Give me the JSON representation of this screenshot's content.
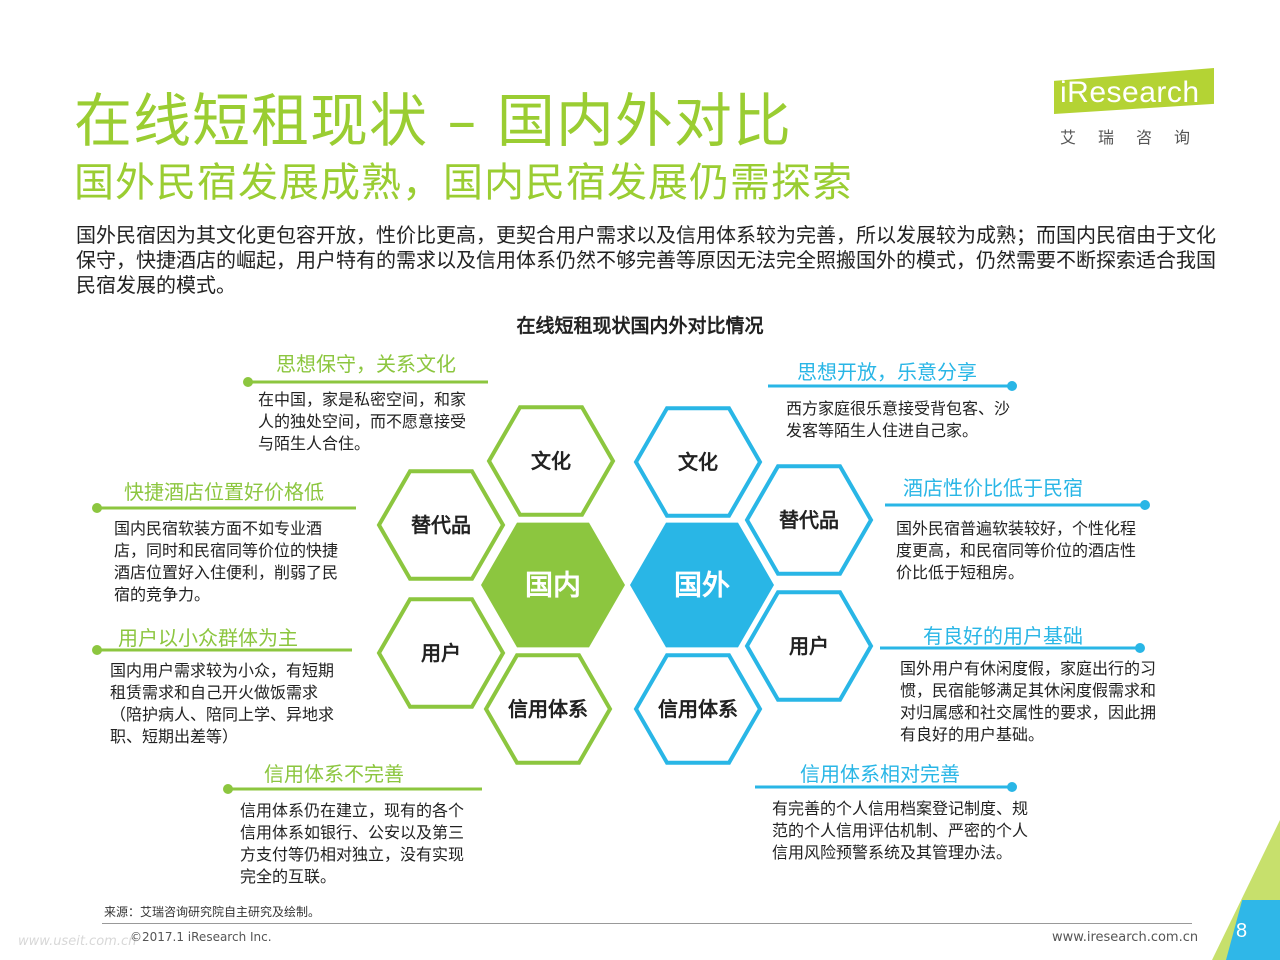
{
  "header": {
    "title": "在线短租现状 – 国内外对比",
    "subtitle": "国外民宿发展成熟，国内民宿发展仍需探索",
    "intro": "国外民宿因为其文化更包容开放，性价比更高，更契合用户需求以及信用体系较为完善，所以发展较为成熟；而国内民宿由于文化保守，快捷酒店的崛起，用户特有的需求以及信用体系仍然不够完善等原因无法完全照搬国外的模式，仍然需要不断探索适合我国民宿发展的模式。"
  },
  "logo": {
    "text": "iResearch",
    "sub": "艾瑞咨询"
  },
  "chart_title": "在线短租现状国内外对比情况",
  "colors": {
    "green": "#8cc63f",
    "cyan": "#29b6e6"
  },
  "domestic": {
    "center": "国内",
    "hexes": [
      "文化",
      "替代品",
      "用户",
      "信用体系"
    ],
    "blocks": [
      {
        "title": "思想保守，关系文化",
        "body": "在中国，家是私密空间，和家人的独处空间，而不愿意接受与陌生人合住。"
      },
      {
        "title": "快捷酒店位置好价格低",
        "body": "国内民宿软装方面不如专业酒店，同时和民宿同等价位的快捷酒店位置好入住便利，削弱了民宿的竞争力。"
      },
      {
        "title": "用户以小众群体为主",
        "body": "国内用户需求较为小众，有短期租赁需求和自己开火做饭需求（陪护病人、陪同上学、异地求职、短期出差等）"
      },
      {
        "title": "信用体系不完善",
        "body": "信用体系仍在建立，现有的各个信用体系如银行、公安以及第三方支付等仍相对独立，没有实现完全的互联。"
      }
    ]
  },
  "foreign": {
    "center": "国外",
    "hexes": [
      "文化",
      "替代品",
      "用户",
      "信用体系"
    ],
    "blocks": [
      {
        "title": "思想开放，乐意分享",
        "body": "西方家庭很乐意接受背包客、沙发客等陌生人住进自己家。"
      },
      {
        "title": "酒店性价比低于民宿",
        "body": "国外民宿普遍软装较好，个性化程度更高，和民宿同等价位的酒店性价比低于短租房。"
      },
      {
        "title": "有良好的用户基础",
        "body": "国外用户有休闲度假，家庭出行的习惯，民宿能够满足其休闲度假需求和对归属感和社交属性的要求，因此拥有良好的用户基础。"
      },
      {
        "title": "信用体系相对完善",
        "body": "有完善的个人信用档案登记制度、规范的个人信用评估机制、严密的个人信用风险预警系统及其管理办法。"
      }
    ]
  },
  "footer": {
    "source": "来源：艾瑞咨询研究院自主研究及绘制。",
    "copyright": "©2017.1 iResearch Inc.",
    "website": "www.iresearch.com.cn",
    "watermark": "www.useit.com.cn",
    "page": "8"
  }
}
